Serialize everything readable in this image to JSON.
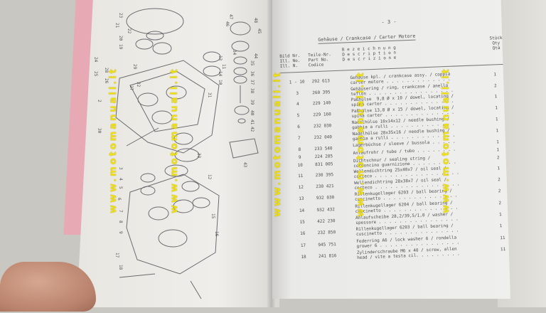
{
  "right_page": {
    "page_number": "- 3 -",
    "section_title": "Gehäuse / Crankcase / Carter Motore",
    "headers": {
      "fig_no": "Bild Nr.\nIll. No.\nIll. N.",
      "part_no": "Teile-Nr.\nPart No.\nCodice",
      "description": "B e z e i c h n u n g\nD e s c r i p t i o n\nD e s c r i z i o n e",
      "qty": "Stück\nQty\nQtà"
    },
    "rows": [
      {
        "no": "1 - 10",
        "part": "292 613",
        "desc": "Gehäuse kpl. / crankcase assy. / coppia\ncarter motore . . . . . . . . . . . . .",
        "qty": "1"
      },
      {
        "no": "3",
        "part": "260 395",
        "desc": "Gehäusering / ring, crankcase / anello\nteflon . . . . . . . . . . . . . . . . .",
        "qty": "2"
      },
      {
        "no": "4",
        "part": "229 140",
        "desc": "Paßhülse  9,8 Ø x 10 / dowel, locating /\nspina carter . . . . . . . . . . . . . .",
        "qty": "1"
      },
      {
        "no": "5",
        "part": "229 160",
        "desc": "Paßhülse 13,8 Ø x 15 / dowel, locating /\nspina carter . . . . . . . . . . . . . .",
        "qty": "1"
      },
      {
        "no": "6",
        "part": "232 030",
        "desc": "Nadelhülse 10x14x12 / needle bushing /\ngabbia a rulli . . . . . . . . . . . . .",
        "qty": "1"
      },
      {
        "no": "7",
        "part": "232 040",
        "desc": "Nadelhülse 28x35x16 / needle bushing /\ngabbia a rulli . . . . . . . . . . . . .",
        "qty": "1"
      },
      {
        "no": "8",
        "part": "233 540",
        "desc": "Lagerbüchse / sleeve / bussola . . . . .",
        "qty": "1"
      },
      {
        "no": "9",
        "part": "224 285",
        "desc": "Anlaufrohr / tube / tubo . . . . . . . .",
        "qty": "1"
      },
      {
        "no": "10",
        "part": "831 005",
        "desc": "Dichtschnur / sealing string /\ncordoncino guarnizione . . . . . . . . .",
        "qty": "2"
      },
      {
        "no": "11",
        "part": "230 395",
        "desc": "Wellendichtring 25x40x7 / oil seal /\ncorteco . . . . . . . . . . . . . . . . .",
        "qty": "1"
      },
      {
        "no": "12",
        "part": "230 421",
        "desc": "Wellendichtring 28x38x7 / oil seal /\ncorteco . . . . . . . . . . . . . . . . .",
        "qty": "2"
      },
      {
        "no": "13",
        "part": "932 030",
        "desc": "Rillenkugellager 6203 / ball bearing /\ncuscinetto . . . . . . . . . . . . . . .",
        "qty": "2"
      },
      {
        "no": "14",
        "part": "932 432",
        "desc": "Rillenkugellager 6204 / ball bearing /\ncuscinetto . . . . . . . . . . . . . . .",
        "qty": "2"
      },
      {
        "no": "15",
        "part": "422 230",
        "desc": "Anlaufscheibe 28,2/39,5/1,0 / washer /\nspessore . . . . . . . . . . . . . . . .",
        "qty": "1"
      },
      {
        "no": "16",
        "part": "232 850",
        "desc": "Rillenkugellager 6203 / ball bearing /\ncuscinetto . . . . . . . . . . . . . . .",
        "qty": "1"
      },
      {
        "no": "17",
        "part": "945 751",
        "desc": "Federring A6 / lock washer 6 / rondella\ngrower 6 . . . . . . . . . . . . . . . .",
        "qty": "11"
      },
      {
        "no": "18",
        "part": "241 816",
        "desc": "Zylinderschraube M6 x 40 / screw, allen\nhead / vite a testa cil. . . . . . . . .",
        "qty": "11"
      }
    ]
  },
  "diagram": {
    "labels": [
      "23",
      "21",
      "22",
      "20",
      "19",
      "25",
      "24",
      "28",
      "26",
      "29",
      "27",
      "13",
      "14",
      "11",
      "10",
      "31",
      "2",
      "30",
      "32",
      "33",
      "34",
      "35",
      "36",
      "37",
      "38",
      "39",
      "40",
      "41",
      "42",
      "43",
      "44",
      "45",
      "46",
      "47",
      "48",
      "3",
      "4",
      "5",
      "6",
      "7",
      "8",
      "9",
      "12",
      "15",
      "16",
      "17",
      "18"
    ]
  },
  "watermark": "www.motomanuali.it",
  "colors": {
    "watermark": "#f0e000",
    "cover": "#e7a9b4",
    "paper": "#efefed",
    "ink": "#4e4e52"
  }
}
